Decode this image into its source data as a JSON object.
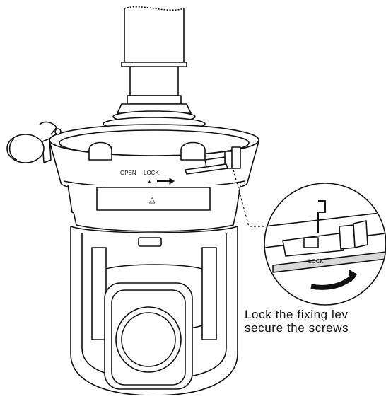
{
  "labels": {
    "open": "OPEN",
    "lock": "LOCK",
    "lock_detail": "LOCK",
    "front_triangle": "△",
    "small_triangle": "▲"
  },
  "caption": {
    "line1": "Lock the fixing lev",
    "line2": "secure the screws"
  },
  "colors": {
    "stroke": "#111111",
    "fill": "#ffffff",
    "shade": "#d9d9d9"
  },
  "icons": {
    "arrow_right": "arrow-right-icon",
    "curved_arrow": "curved-arrow-icon",
    "hex_key": "hex-key-icon"
  }
}
